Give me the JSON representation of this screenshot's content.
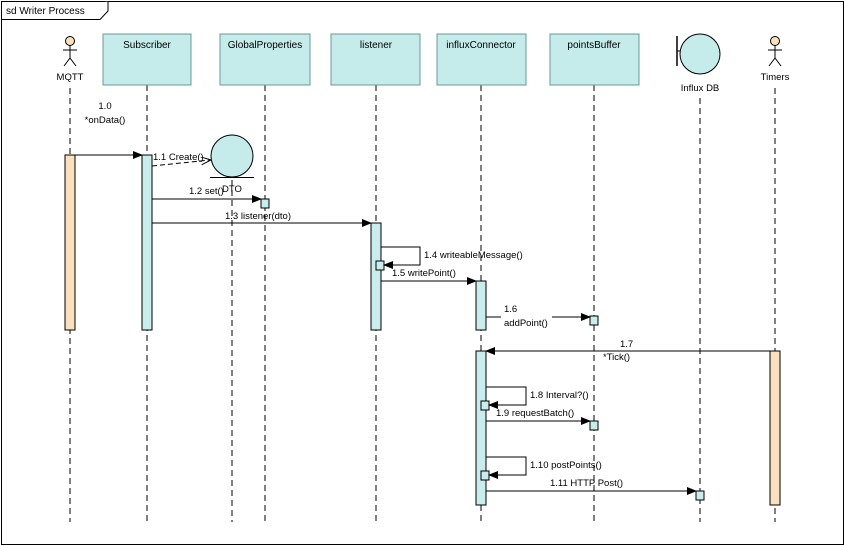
{
  "frame": {
    "title": "sd Writer Process"
  },
  "actors": {
    "mqtt": "MQTT",
    "timers": "Timers"
  },
  "lifelines": {
    "subscriber": "Subscriber",
    "global_properties": "GlobalProperties",
    "listener": "listener",
    "influx_connector": "influxConnector",
    "points_buffer": "pointsBuffer",
    "influx_db": "Influx DB",
    "dto": "DTO"
  },
  "messages": {
    "m1_0_num": "1.0",
    "m1_0_name": "*onData()",
    "m1_1": "1.1 Create()",
    "m1_2": "1.2 set()",
    "m1_3": "1.3 listener(dto)",
    "m1_4": "1.4 writeableMessage()",
    "m1_5": "1.5 writePoint()",
    "m1_6_num": "1.6",
    "m1_6_name": "addPoint()",
    "m1_7_num": "1.7",
    "m1_7_name": "*Tick()",
    "m1_8": "1.8 Interval?()",
    "m1_9": "1.9 requestBatch()",
    "m1_10": "1.10 postPoints()",
    "m1_11": "1.11 HTTP Post()"
  }
}
